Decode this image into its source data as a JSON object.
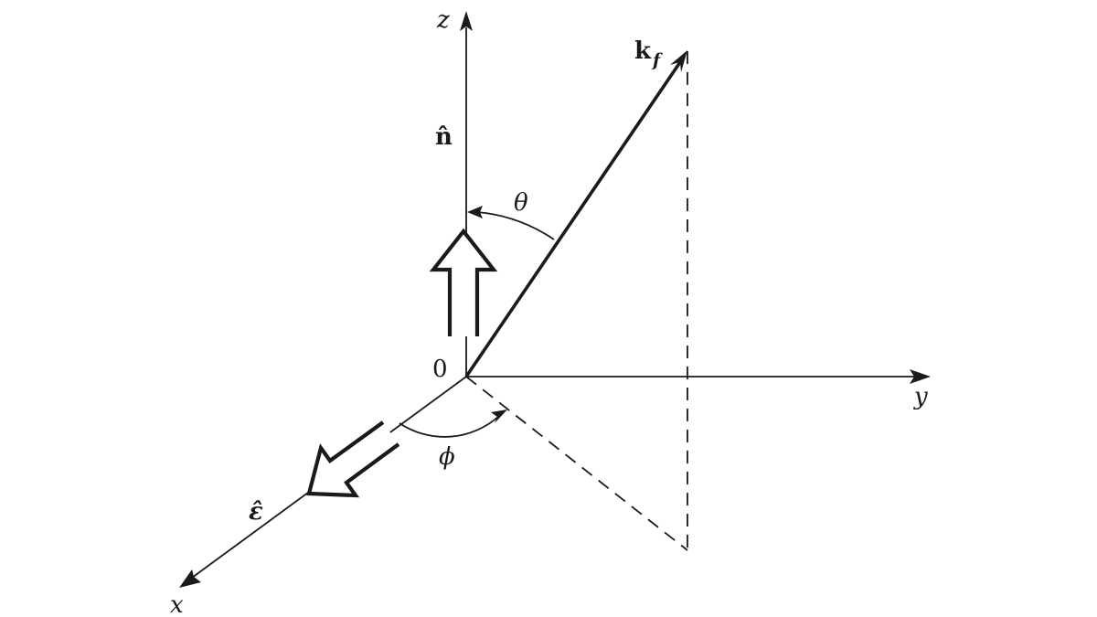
{
  "labels": {
    "z_axis": "z",
    "y_axis": "y",
    "x_axis": "x",
    "origin": "0",
    "n_hat": "n̂",
    "k_bold": "k",
    "k_subscript": "f",
    "theta": "θ",
    "phi": "ϕ",
    "epsilon_hat": "ε̂"
  }
}
